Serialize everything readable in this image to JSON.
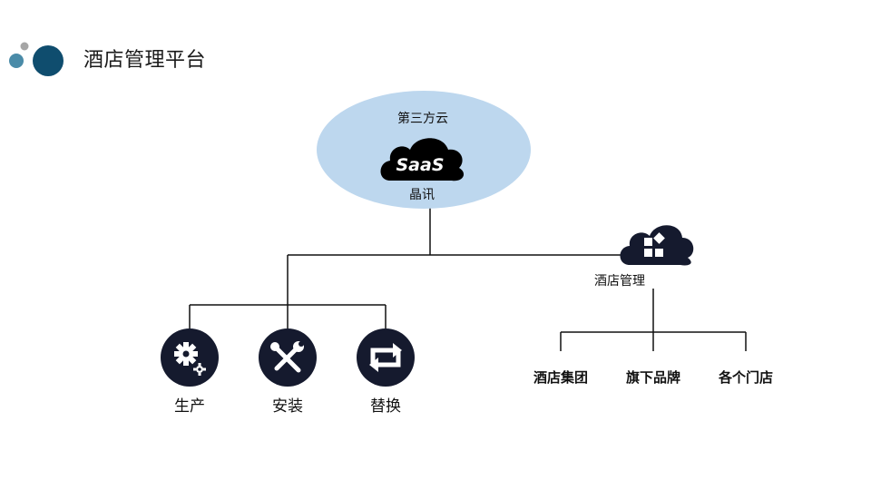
{
  "header": {
    "title": "酒店管理平台"
  },
  "diagram": {
    "third_party": {
      "label": "第三方云",
      "badge": "SaaS",
      "vendor": "晶讯"
    },
    "hotel_mgmt": {
      "label": "酒店管理",
      "icon": "apps-cloud-icon"
    },
    "services": [
      {
        "label": "生产",
        "icon": "gears-icon"
      },
      {
        "label": "安装",
        "icon": "tools-icon"
      },
      {
        "label": "替换",
        "icon": "replace-icon"
      }
    ],
    "branches": [
      {
        "label": "酒店集团"
      },
      {
        "label": "旗下品牌"
      },
      {
        "label": "各个门店"
      }
    ]
  },
  "colors": {
    "ellipse": "#bdd7ee",
    "dark": "#151a2e",
    "dot_small": "#a6a6a6",
    "dot_mid": "#4a8ba8",
    "dot_large": "#0f4d6e"
  }
}
